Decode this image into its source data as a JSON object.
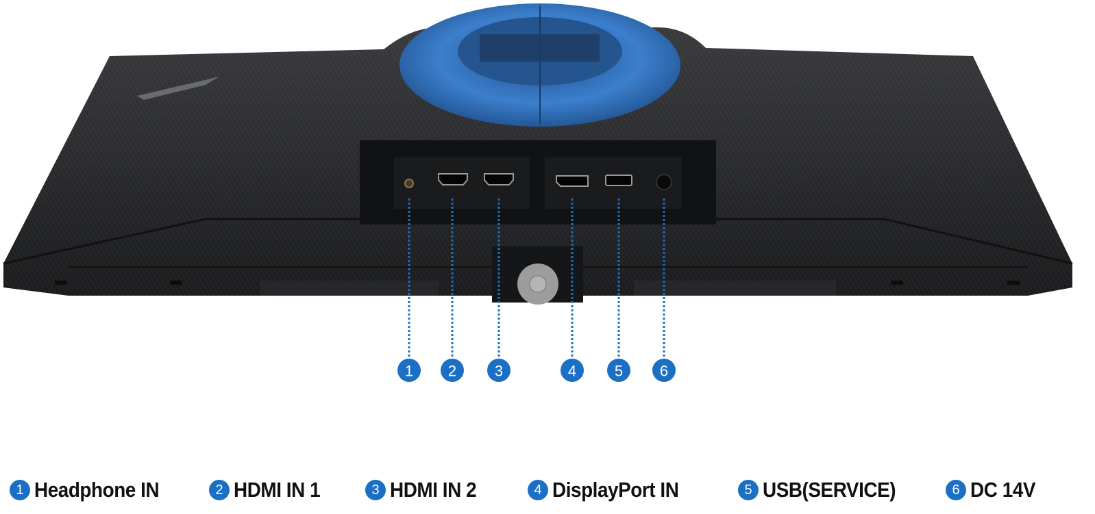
{
  "colors": {
    "accent": "#1b6fc4",
    "body": "#1e1f21",
    "stand_blue": "#2f6fb8"
  },
  "ports": [
    {
      "number": "1",
      "label": "Headphone IN",
      "icon": "headphone-jack-icon"
    },
    {
      "number": "2",
      "label": "HDMI IN 1",
      "icon": "hdmi-port-icon"
    },
    {
      "number": "3",
      "label": "HDMI IN 2",
      "icon": "hdmi-port-icon"
    },
    {
      "number": "4",
      "label": "DisplayPort IN",
      "icon": "displayport-icon"
    },
    {
      "number": "5",
      "label": "USB(SERVICE)",
      "icon": "usb-port-icon"
    },
    {
      "number": "6",
      "label": "DC 14V",
      "icon": "dc-power-icon"
    }
  ]
}
